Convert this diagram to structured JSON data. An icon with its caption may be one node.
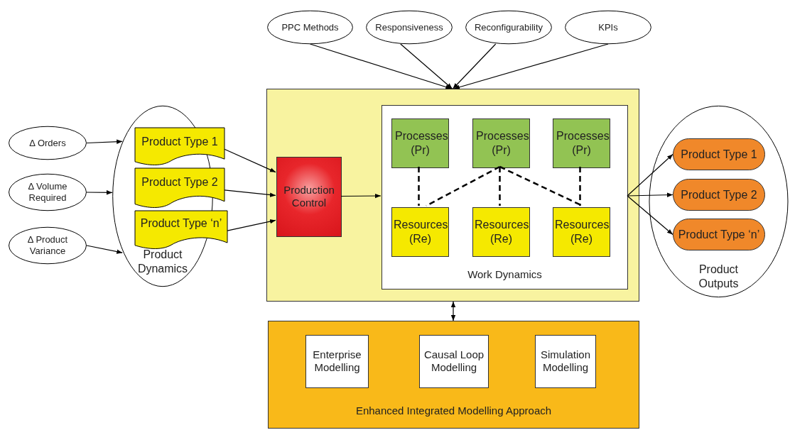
{
  "diagram": {
    "nodes": [
      {
        "text": [
          "PPC Methods"
        ]
      },
      {
        "text": [
          "Responsiveness"
        ]
      },
      {
        "text": [
          "Reconfigurability"
        ]
      },
      {
        "text": [
          "KPIs"
        ]
      },
      {
        "text": [
          "Δ Orders"
        ]
      },
      {
        "text": [
          "Δ Volume Required"
        ]
      },
      {
        "text": [
          "Δ Product Variance"
        ]
      },
      {
        "text": [
          "Product Dynamics"
        ]
      },
      {
        "text": [
          "Product Type 1"
        ],
        "in": 7
      },
      {
        "text": [
          "Product Type 2"
        ],
        "in": 7
      },
      {
        "text": [
          "Product Type ‘n’"
        ],
        "in": 7
      },
      {
        "text": [],
        "shape": "box"
      },
      {
        "text": [
          "Production Control"
        ],
        "in": 11
      },
      {
        "text": [
          "Work Dynamics"
        ],
        "in": 11
      },
      {
        "text": [
          "Processes (Pr)"
        ],
        "in": 13
      },
      {
        "text": [
          "Processes (Pr)"
        ],
        "in": 13
      },
      {
        "text": [
          "Processes (Pr)"
        ],
        "in": 13
      },
      {
        "text": [
          "Resources (Re)"
        ],
        "in": 13
      },
      {
        "text": [
          "Resources (Re)"
        ],
        "in": 13
      },
      {
        "text": [
          "Resources (Re)"
        ],
        "in": 13
      },
      {
        "text": [
          "Product Outputs"
        ]
      },
      {
        "text": [
          "Product Type 1"
        ],
        "in": 20
      },
      {
        "text": [
          "Product Type 2"
        ],
        "in": 20
      },
      {
        "text": [
          "Product Type ‘n’"
        ],
        "in": 20
      },
      {
        "text": [
          "Enhanced Integrated Modelling Approach"
        ]
      },
      {
        "text": [
          "Enterprise Modelling"
        ],
        "in": 24
      },
      {
        "text": [
          "Causal Loop Modelling"
        ],
        "in": 24
      },
      {
        "text": [
          "Simulation Modelling"
        ],
        "in": 24
      }
    ],
    "edges": [
      {
        "from": 0,
        "to": 11,
        "arrow": "to"
      },
      {
        "from": 1,
        "to": 11,
        "arrow": "to"
      },
      {
        "from": 2,
        "to": 11,
        "arrow": "to"
      },
      {
        "from": 3,
        "to": 11,
        "arrow": "to"
      },
      {
        "from": 4,
        "to": 7,
        "arrow": "to"
      },
      {
        "from": 5,
        "to": 7,
        "arrow": "to"
      },
      {
        "from": 6,
        "to": 7,
        "arrow": "to"
      },
      {
        "from": 8,
        "to": 12,
        "arrow": "to"
      },
      {
        "from": 9,
        "to": 12,
        "arrow": "to"
      },
      {
        "from": 10,
        "to": 12,
        "arrow": "to"
      },
      {
        "from": 12,
        "to": 13,
        "arrow": "to"
      },
      {
        "from": 14,
        "to": 17,
        "arrow": "none",
        "style": "dashed"
      },
      {
        "from": 15,
        "to": 17,
        "arrow": "none",
        "style": "dashed"
      },
      {
        "from": 15,
        "to": 18,
        "arrow": "none",
        "style": "dashed"
      },
      {
        "from": 15,
        "to": 19,
        "arrow": "none",
        "style": "dashed"
      },
      {
        "from": 16,
        "to": 19,
        "arrow": "none",
        "style": "dashed"
      },
      {
        "from": 13,
        "to": 21,
        "arrow": "to"
      },
      {
        "from": 13,
        "to": 22,
        "arrow": "to"
      },
      {
        "from": 13,
        "to": 23,
        "arrow": "to"
      },
      {
        "from": 11,
        "to": 24,
        "arrow": "both"
      }
    ]
  }
}
